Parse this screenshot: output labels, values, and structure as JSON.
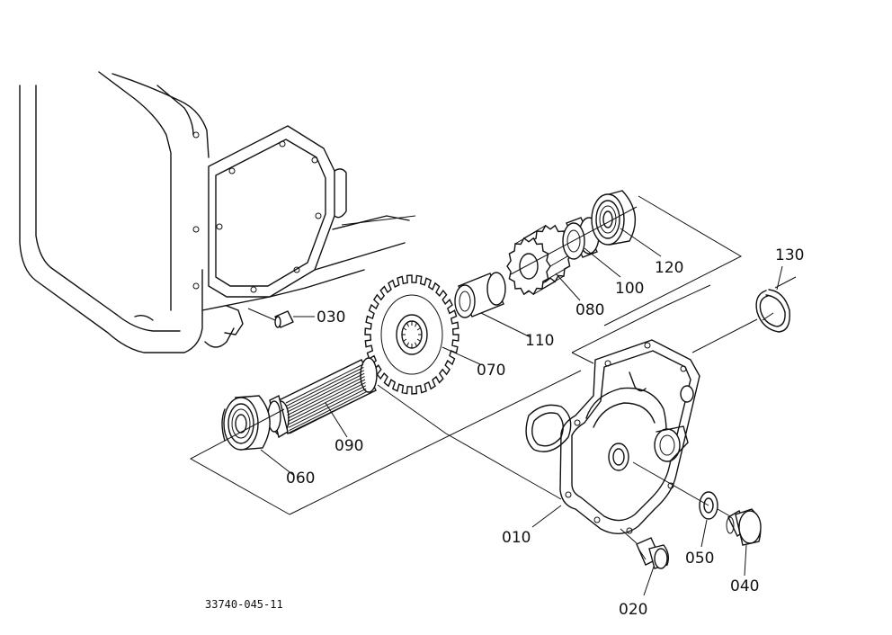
{
  "diagram": {
    "drawing_number": "33740-045-11",
    "parts": [
      {
        "id": "010",
        "label": "010"
      },
      {
        "id": "020",
        "label": "020"
      },
      {
        "id": "030",
        "label": "030"
      },
      {
        "id": "040",
        "label": "040"
      },
      {
        "id": "050",
        "label": "050"
      },
      {
        "id": "060",
        "label": "060"
      },
      {
        "id": "070",
        "label": "070"
      },
      {
        "id": "080",
        "label": "080"
      },
      {
        "id": "090",
        "label": "090"
      },
      {
        "id": "100",
        "label": "100"
      },
      {
        "id": "110",
        "label": "110"
      },
      {
        "id": "120",
        "label": "120"
      },
      {
        "id": "130",
        "label": "130"
      }
    ]
  }
}
